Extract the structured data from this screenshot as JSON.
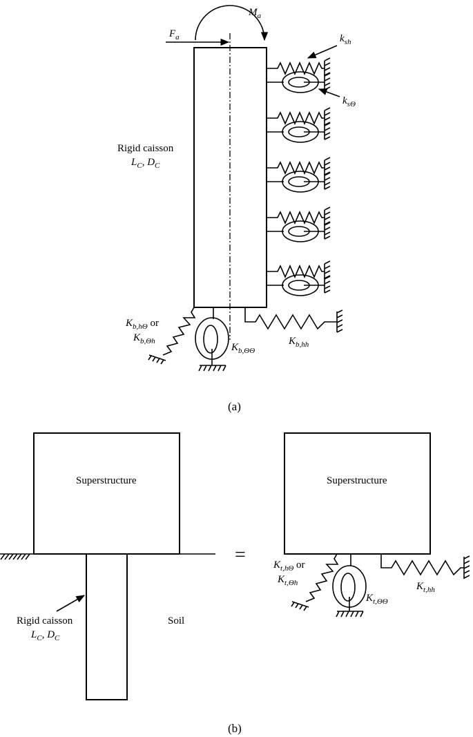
{
  "panel_a": {
    "caption": "(a)",
    "caisson_label": "Rigid caisson",
    "caisson_dims": {
      "l": "L",
      "l_sub": "C",
      "sep": ", ",
      "d": "D",
      "d_sub": "C"
    },
    "force": {
      "main": "F",
      "sub": "a"
    },
    "moment": {
      "main": "M",
      "sub": "a"
    },
    "k_sh": {
      "main": "k",
      "sub": "sh"
    },
    "k_stheta": {
      "main": "k",
      "sub": "sΘ"
    },
    "kb_htheta": {
      "main": "K",
      "sub": "b,hΘ",
      "suffix": " or"
    },
    "kb_thetah": {
      "main": "K",
      "sub": "b,Θh"
    },
    "kb_thetatheta": {
      "main": "K",
      "sub": "b,ΘΘ"
    },
    "kb_hh": {
      "main": "K",
      "sub": "b,hh"
    }
  },
  "panel_b": {
    "caption": "(b)",
    "superstructure_left": "Superstructure",
    "superstructure_right": "Superstructure",
    "caisson_label": "Rigid caisson",
    "caisson_dims": {
      "l": "L",
      "l_sub": "C",
      "sep": ", ",
      "d": "D",
      "d_sub": "C"
    },
    "soil_label": "Soil",
    "equals": "=",
    "kt_htheta": {
      "main": "K",
      "sub": "t,hΘ",
      "suffix": " or"
    },
    "kt_thetah": {
      "main": "K",
      "sub": "t,Θh"
    },
    "kt_thetatheta": {
      "main": "K",
      "sub": "t,ΘΘ"
    },
    "kt_hh": {
      "main": "K",
      "sub": "t,hh"
    }
  }
}
